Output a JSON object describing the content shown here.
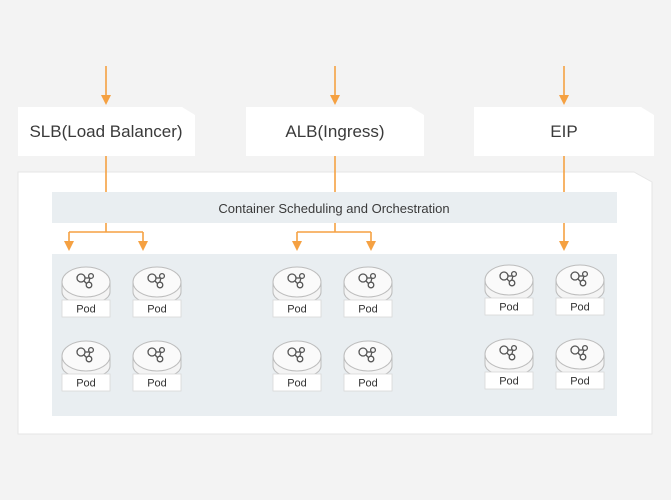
{
  "top_boxes": [
    {
      "label": "SLB(Load Balancer)"
    },
    {
      "label": "ALB(Ingress)"
    },
    {
      "label": "EIP"
    }
  ],
  "scheduler": {
    "label": "Container Scheduling and Orchestration"
  },
  "pod_label": "Pod",
  "pod_groups": [
    {
      "pods": [
        "Pod",
        "Pod",
        "Pod",
        "Pod"
      ]
    },
    {
      "pods": [
        "Pod",
        "Pod",
        "Pod",
        "Pod"
      ]
    },
    {
      "pods": [
        "Pod",
        "Pod",
        "Pod",
        "Pod"
      ]
    }
  ],
  "colors": {
    "arrow": "#f5a142",
    "background": "#f3f3f3",
    "panel": "#ffffff",
    "band": "#e9eef1",
    "pod_fill": "#f4f4f4",
    "pod_stroke": "#bdbdbd",
    "text": "#3a3a3a"
  },
  "icons": {
    "pod": "share-nodes-icon"
  }
}
